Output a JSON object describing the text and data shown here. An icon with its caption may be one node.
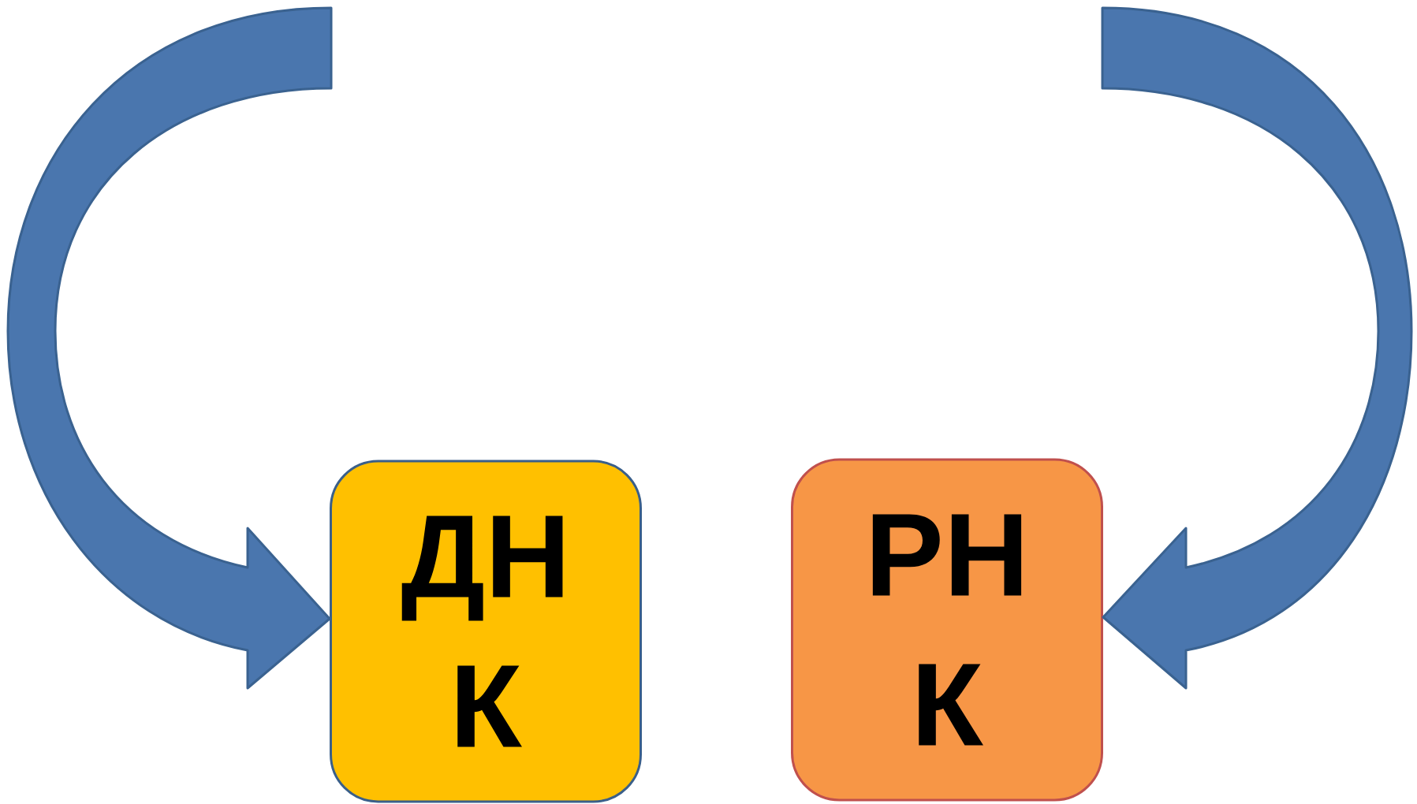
{
  "diagram": {
    "nodes": [
      {
        "text": [
          "ДН К"
        ]
      },
      {
        "text": [
          "РН К"
        ]
      }
    ],
    "edges": [
      {
        "from": null,
        "to": 0,
        "arrow": "to"
      },
      {
        "from": null,
        "to": 1,
        "arrow": "to"
      }
    ]
  }
}
